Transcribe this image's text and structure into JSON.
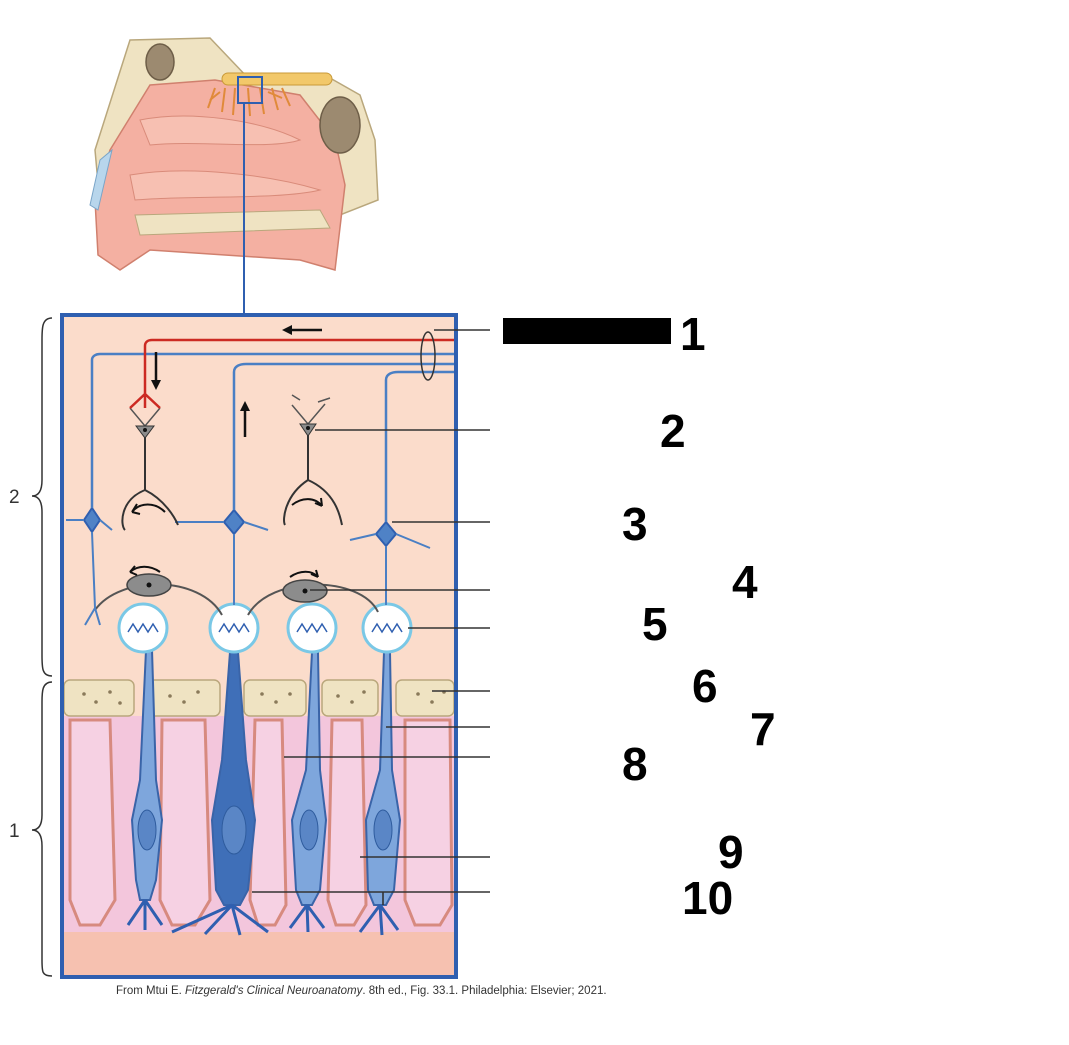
{
  "labels": [
    "1",
    "2",
    "3",
    "4",
    "5",
    "6",
    "7",
    "8",
    "9",
    "10"
  ],
  "regions": {
    "upper": "2",
    "lower": "1"
  },
  "credit": {
    "prefix": "From Mtui E. ",
    "book": "Fitzgerald's Clinical Neuroanatomy",
    "suffix": ". 8th ed., Fig. 33.1. Philadelphia: Elsevier; 2021."
  },
  "colors": {
    "frame": "#2f5fb0",
    "background": "#fbdccb",
    "axon_blue": "#4a7fc4",
    "centrifugal_red": "#cc2a22",
    "bone": "#efe3c2",
    "epithelium": "#f3c6dc",
    "neuron": "#4f82c6",
    "redaction": "#000000"
  }
}
